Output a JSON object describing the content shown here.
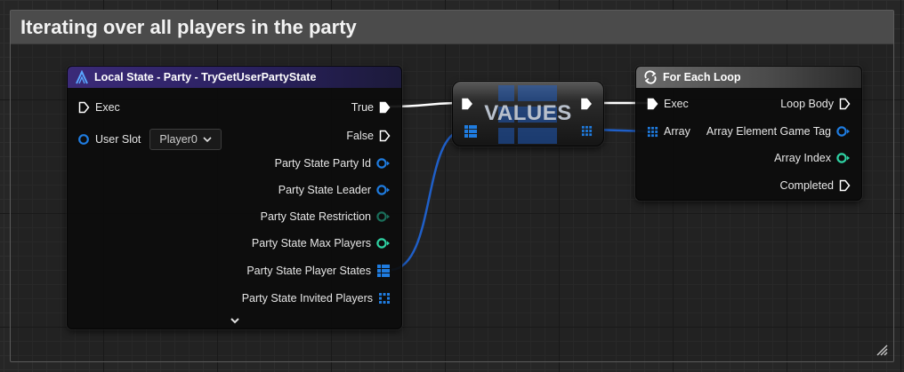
{
  "comment": {
    "title": "Iterating over all players in the party"
  },
  "party_node": {
    "title": "Local State - Party - TryGetUserPartyState",
    "exec_label": "Exec",
    "user_slot_label": "User Slot",
    "user_slot_value": "Player0",
    "true_label": "True",
    "false_label": "False",
    "outputs": [
      "Party State Party Id",
      "Party State Leader",
      "Party State Restriction",
      "Party State Max Players",
      "Party State Player States",
      "Party State Invited Players"
    ]
  },
  "values_node": {
    "title": "VALUES"
  },
  "loop_node": {
    "title": "For Each Loop",
    "exec_label": "Exec",
    "array_label": "Array",
    "loop_body_label": "Loop Body",
    "element_label": "Array Element Game Tag",
    "index_label": "Array Index",
    "completed_label": "Completed"
  },
  "colors": {
    "exec": "#ffffff",
    "struct_pin": "#1f7ce0",
    "int_pin": "#2fd3a4",
    "party_header": "#3b2a78",
    "loop_header": "#6a6a6a"
  },
  "icons": [
    "function-icon",
    "loop-icon",
    "chevron-down-icon",
    "resize-grip-icon"
  ]
}
